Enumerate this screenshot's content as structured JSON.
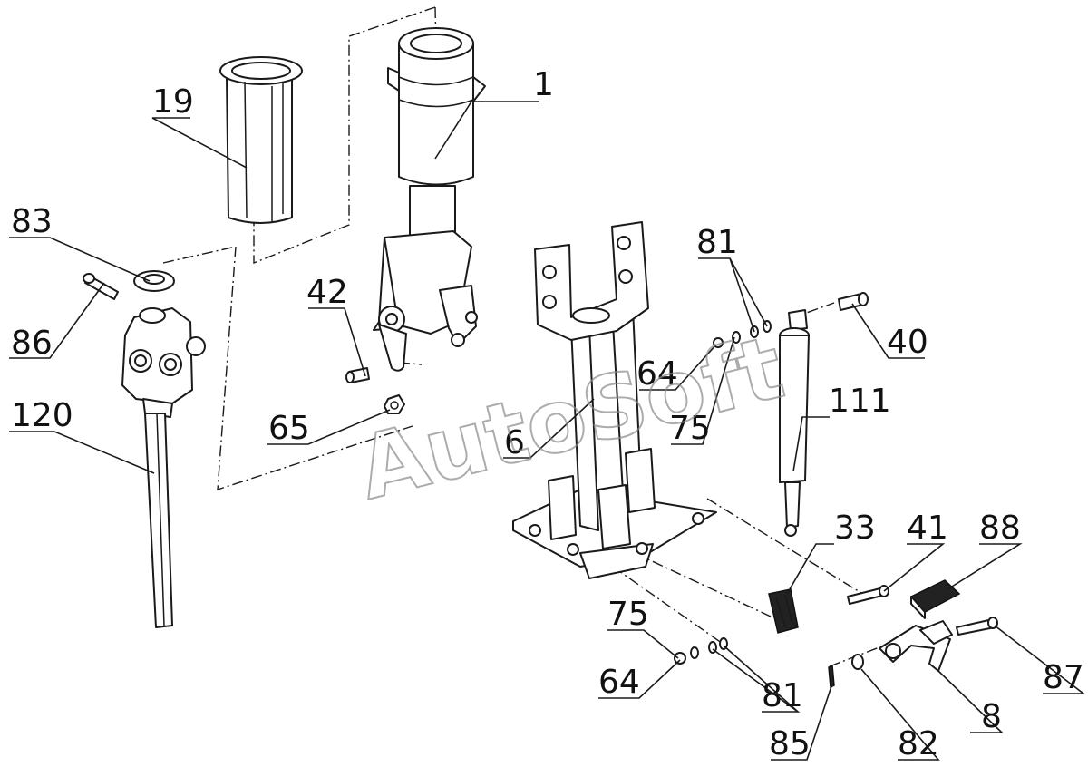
{
  "watermark": "AutoSoft",
  "callouts": {
    "c1": "1",
    "c19": "19",
    "c83": "83",
    "c86": "86",
    "c120": "120",
    "c42": "42",
    "c65": "65",
    "c6": "6",
    "c81a": "81",
    "c64a": "64",
    "c75a": "75",
    "c40": "40",
    "c111": "111",
    "c33": "33",
    "c41": "41",
    "c88": "88",
    "c75b": "75",
    "c64b": "64",
    "c81b": "81",
    "c85": "85",
    "c82": "82",
    "c8": "8",
    "c87": "87"
  }
}
